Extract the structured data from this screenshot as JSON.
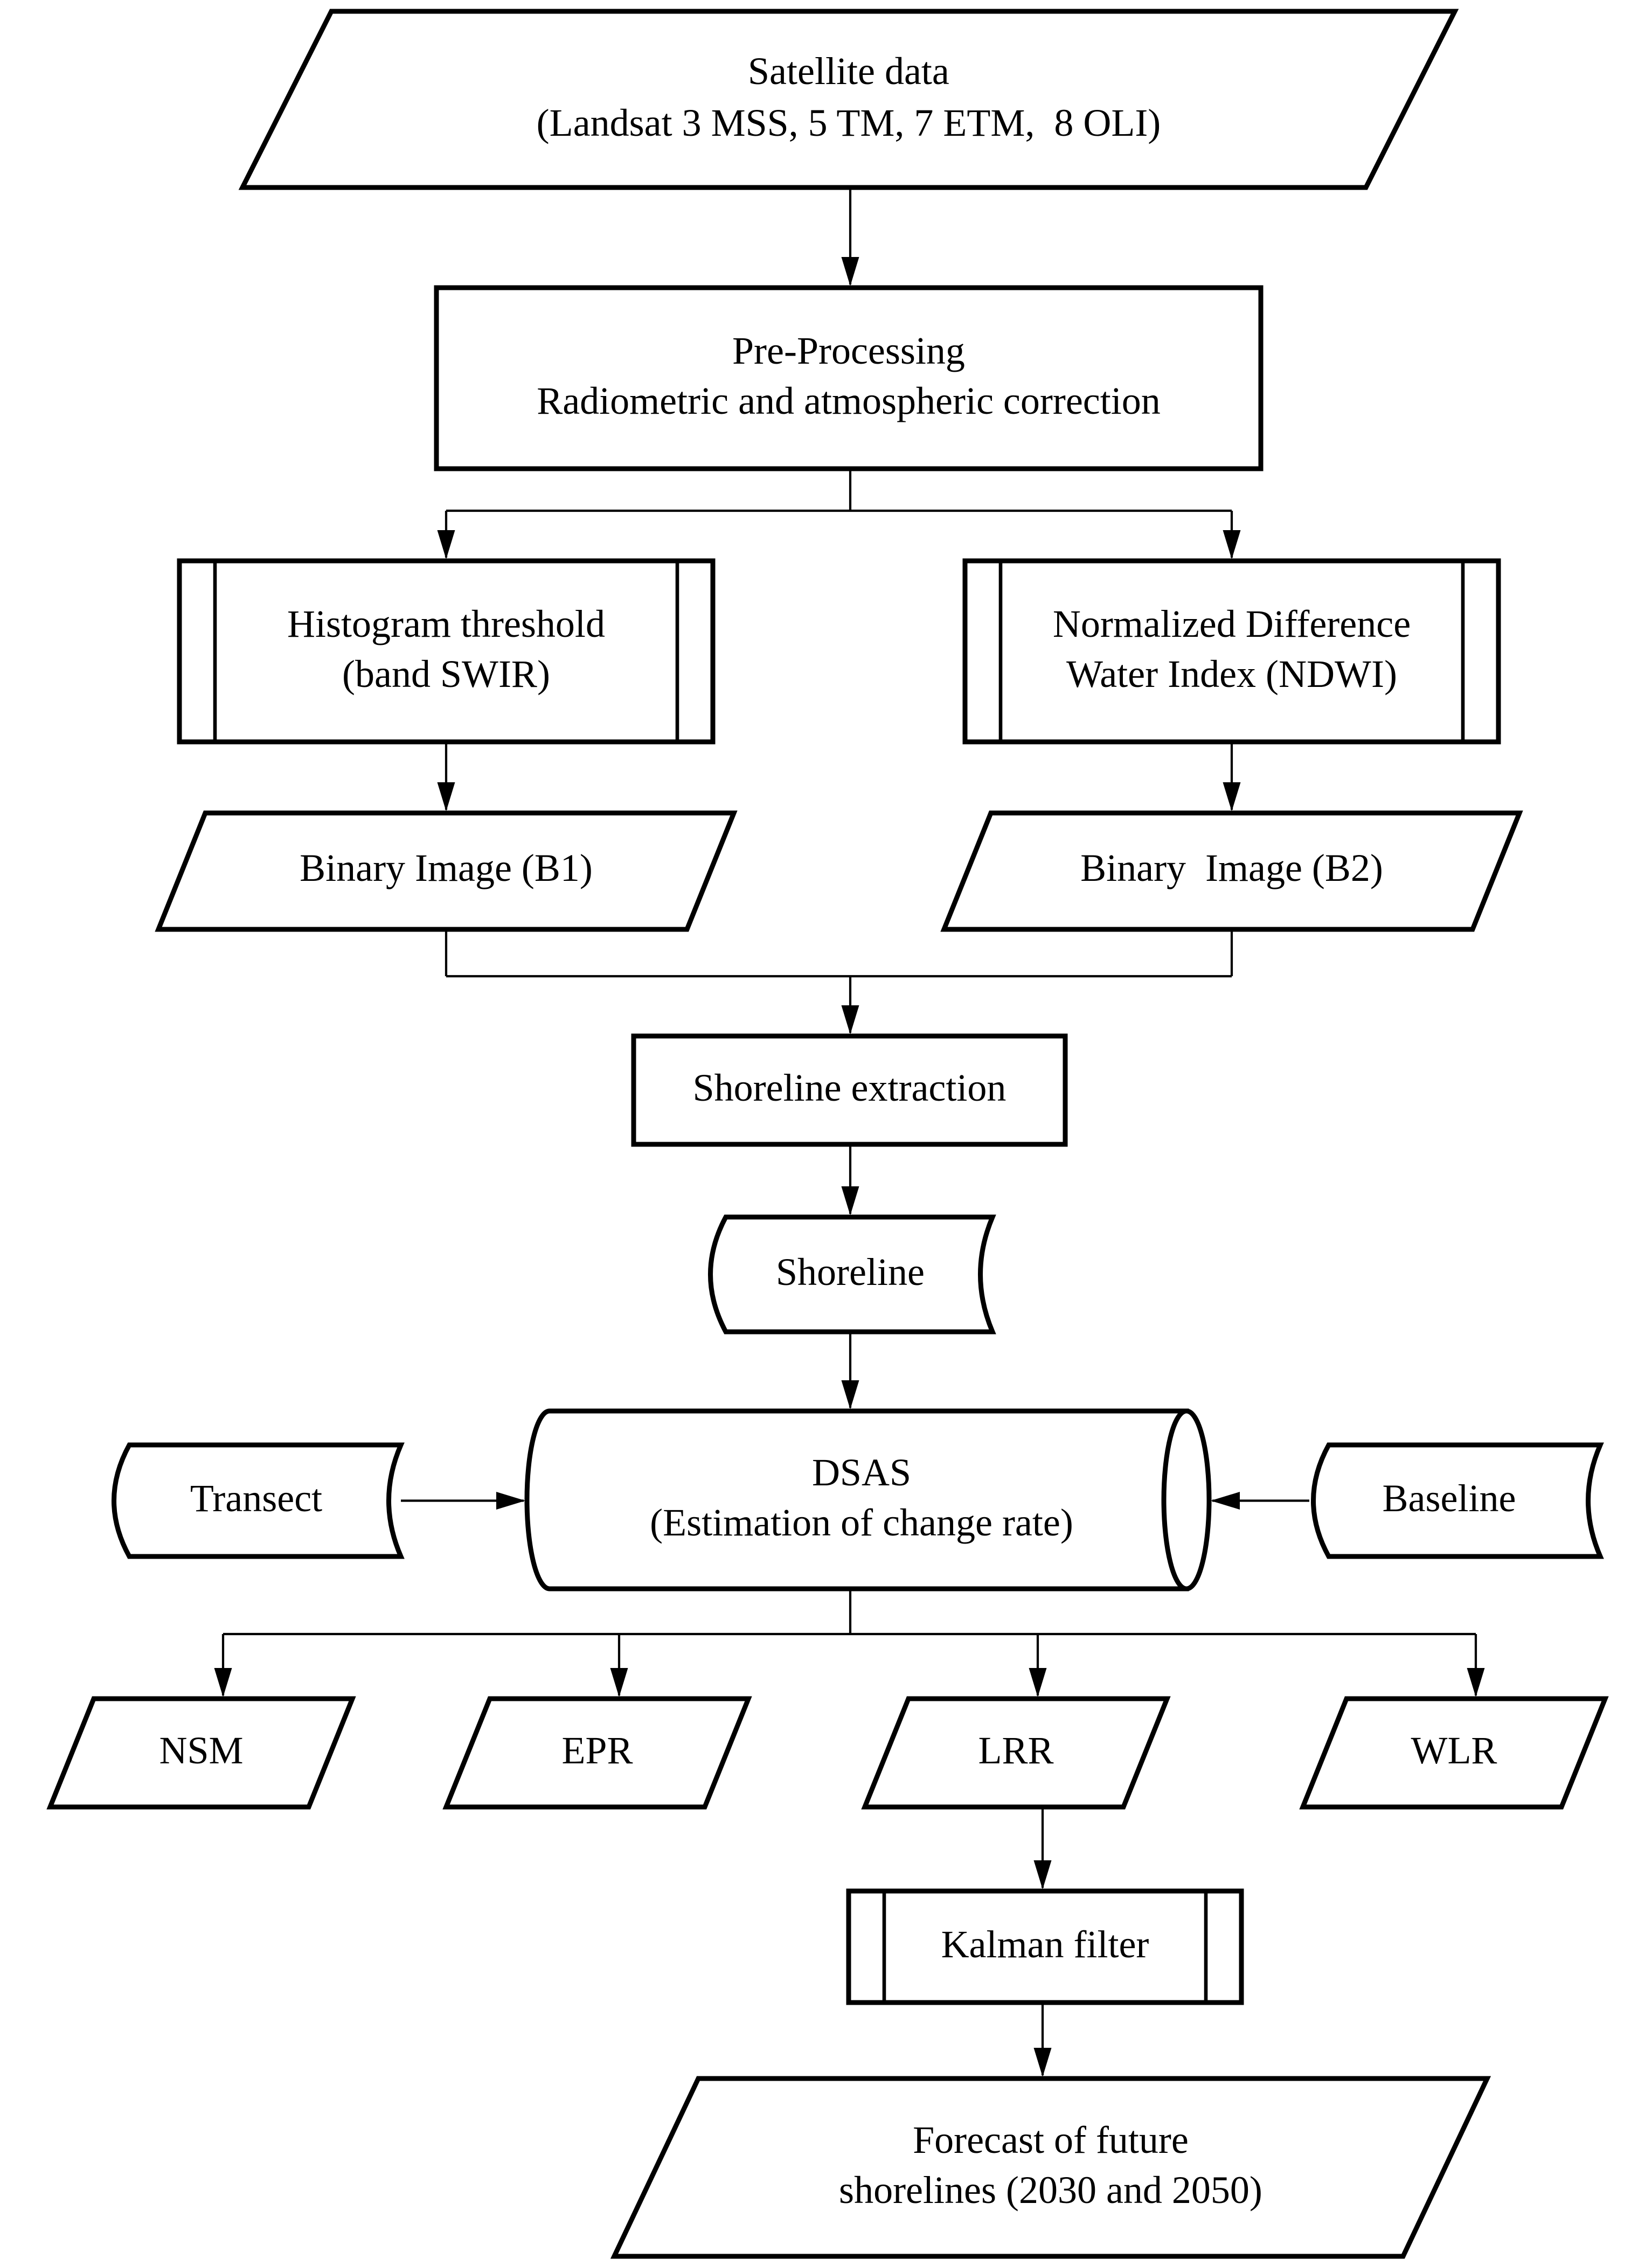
{
  "diagram": {
    "type": "flowchart",
    "colors": {
      "background": "#ffffff",
      "shape_fill": "#ffffff",
      "stroke": "#000000",
      "text": "#000000"
    },
    "nodes": {
      "satellite": {
        "shape": "parallelogram",
        "label": "Satellite data\n(Landsat 3 MSS, 5 TM, 7 ETM,  8 OLI)"
      },
      "preprocessing": {
        "shape": "process-rectangle",
        "label": "Pre-Processing\nRadiometric and atmospheric correction"
      },
      "histogram": {
        "shape": "predefined-process",
        "label": "Histogram threshold\n(band SWIR)"
      },
      "ndwi": {
        "shape": "predefined-process",
        "label": "Normalized Difference\nWater Index (NDWI)"
      },
      "binary1": {
        "shape": "parallelogram",
        "label": "Binary Image (B1)"
      },
      "binary2": {
        "shape": "parallelogram",
        "label": "Binary  Image (B2)"
      },
      "extraction": {
        "shape": "process-rectangle",
        "label": "Shoreline extraction"
      },
      "shoreline": {
        "shape": "stored-data",
        "label": "Shoreline"
      },
      "transect": {
        "shape": "stored-data",
        "label": "Transect"
      },
      "dsas": {
        "shape": "direct-access-storage",
        "label": "DSAS\n(Estimation of change rate)"
      },
      "baseline": {
        "shape": "stored-data",
        "label": "Baseline"
      },
      "nsm": {
        "shape": "parallelogram",
        "label": "NSM"
      },
      "epr": {
        "shape": "parallelogram",
        "label": "EPR"
      },
      "lrr": {
        "shape": "parallelogram",
        "label": "LRR"
      },
      "wlr": {
        "shape": "parallelogram",
        "label": "WLR"
      },
      "kalman": {
        "shape": "predefined-process",
        "label": "Kalman filter"
      },
      "forecast": {
        "shape": "parallelogram",
        "label": "Forecast of future\nshorelines (2030 and 2050)"
      }
    },
    "edges": [
      {
        "from": "satellite",
        "to": "preprocessing",
        "arrow": true
      },
      {
        "from": "preprocessing",
        "to": "histogram",
        "arrow": true
      },
      {
        "from": "preprocessing",
        "to": "ndwi",
        "arrow": true
      },
      {
        "from": "histogram",
        "to": "binary1",
        "arrow": true
      },
      {
        "from": "ndwi",
        "to": "binary2",
        "arrow": true
      },
      {
        "from": "binary1",
        "to": "extraction",
        "arrow": true
      },
      {
        "from": "binary2",
        "to": "extraction",
        "arrow": true
      },
      {
        "from": "extraction",
        "to": "shoreline",
        "arrow": true
      },
      {
        "from": "shoreline",
        "to": "dsas",
        "arrow": true
      },
      {
        "from": "transect",
        "to": "dsas",
        "arrow": true
      },
      {
        "from": "baseline",
        "to": "dsas",
        "arrow": true
      },
      {
        "from": "dsas",
        "to": "nsm",
        "arrow": true
      },
      {
        "from": "dsas",
        "to": "epr",
        "arrow": true
      },
      {
        "from": "dsas",
        "to": "lrr",
        "arrow": true
      },
      {
        "from": "dsas",
        "to": "wlr",
        "arrow": true
      },
      {
        "from": "lrr",
        "to": "kalman",
        "arrow": true
      },
      {
        "from": "kalman",
        "to": "forecast",
        "arrow": true
      }
    ]
  }
}
